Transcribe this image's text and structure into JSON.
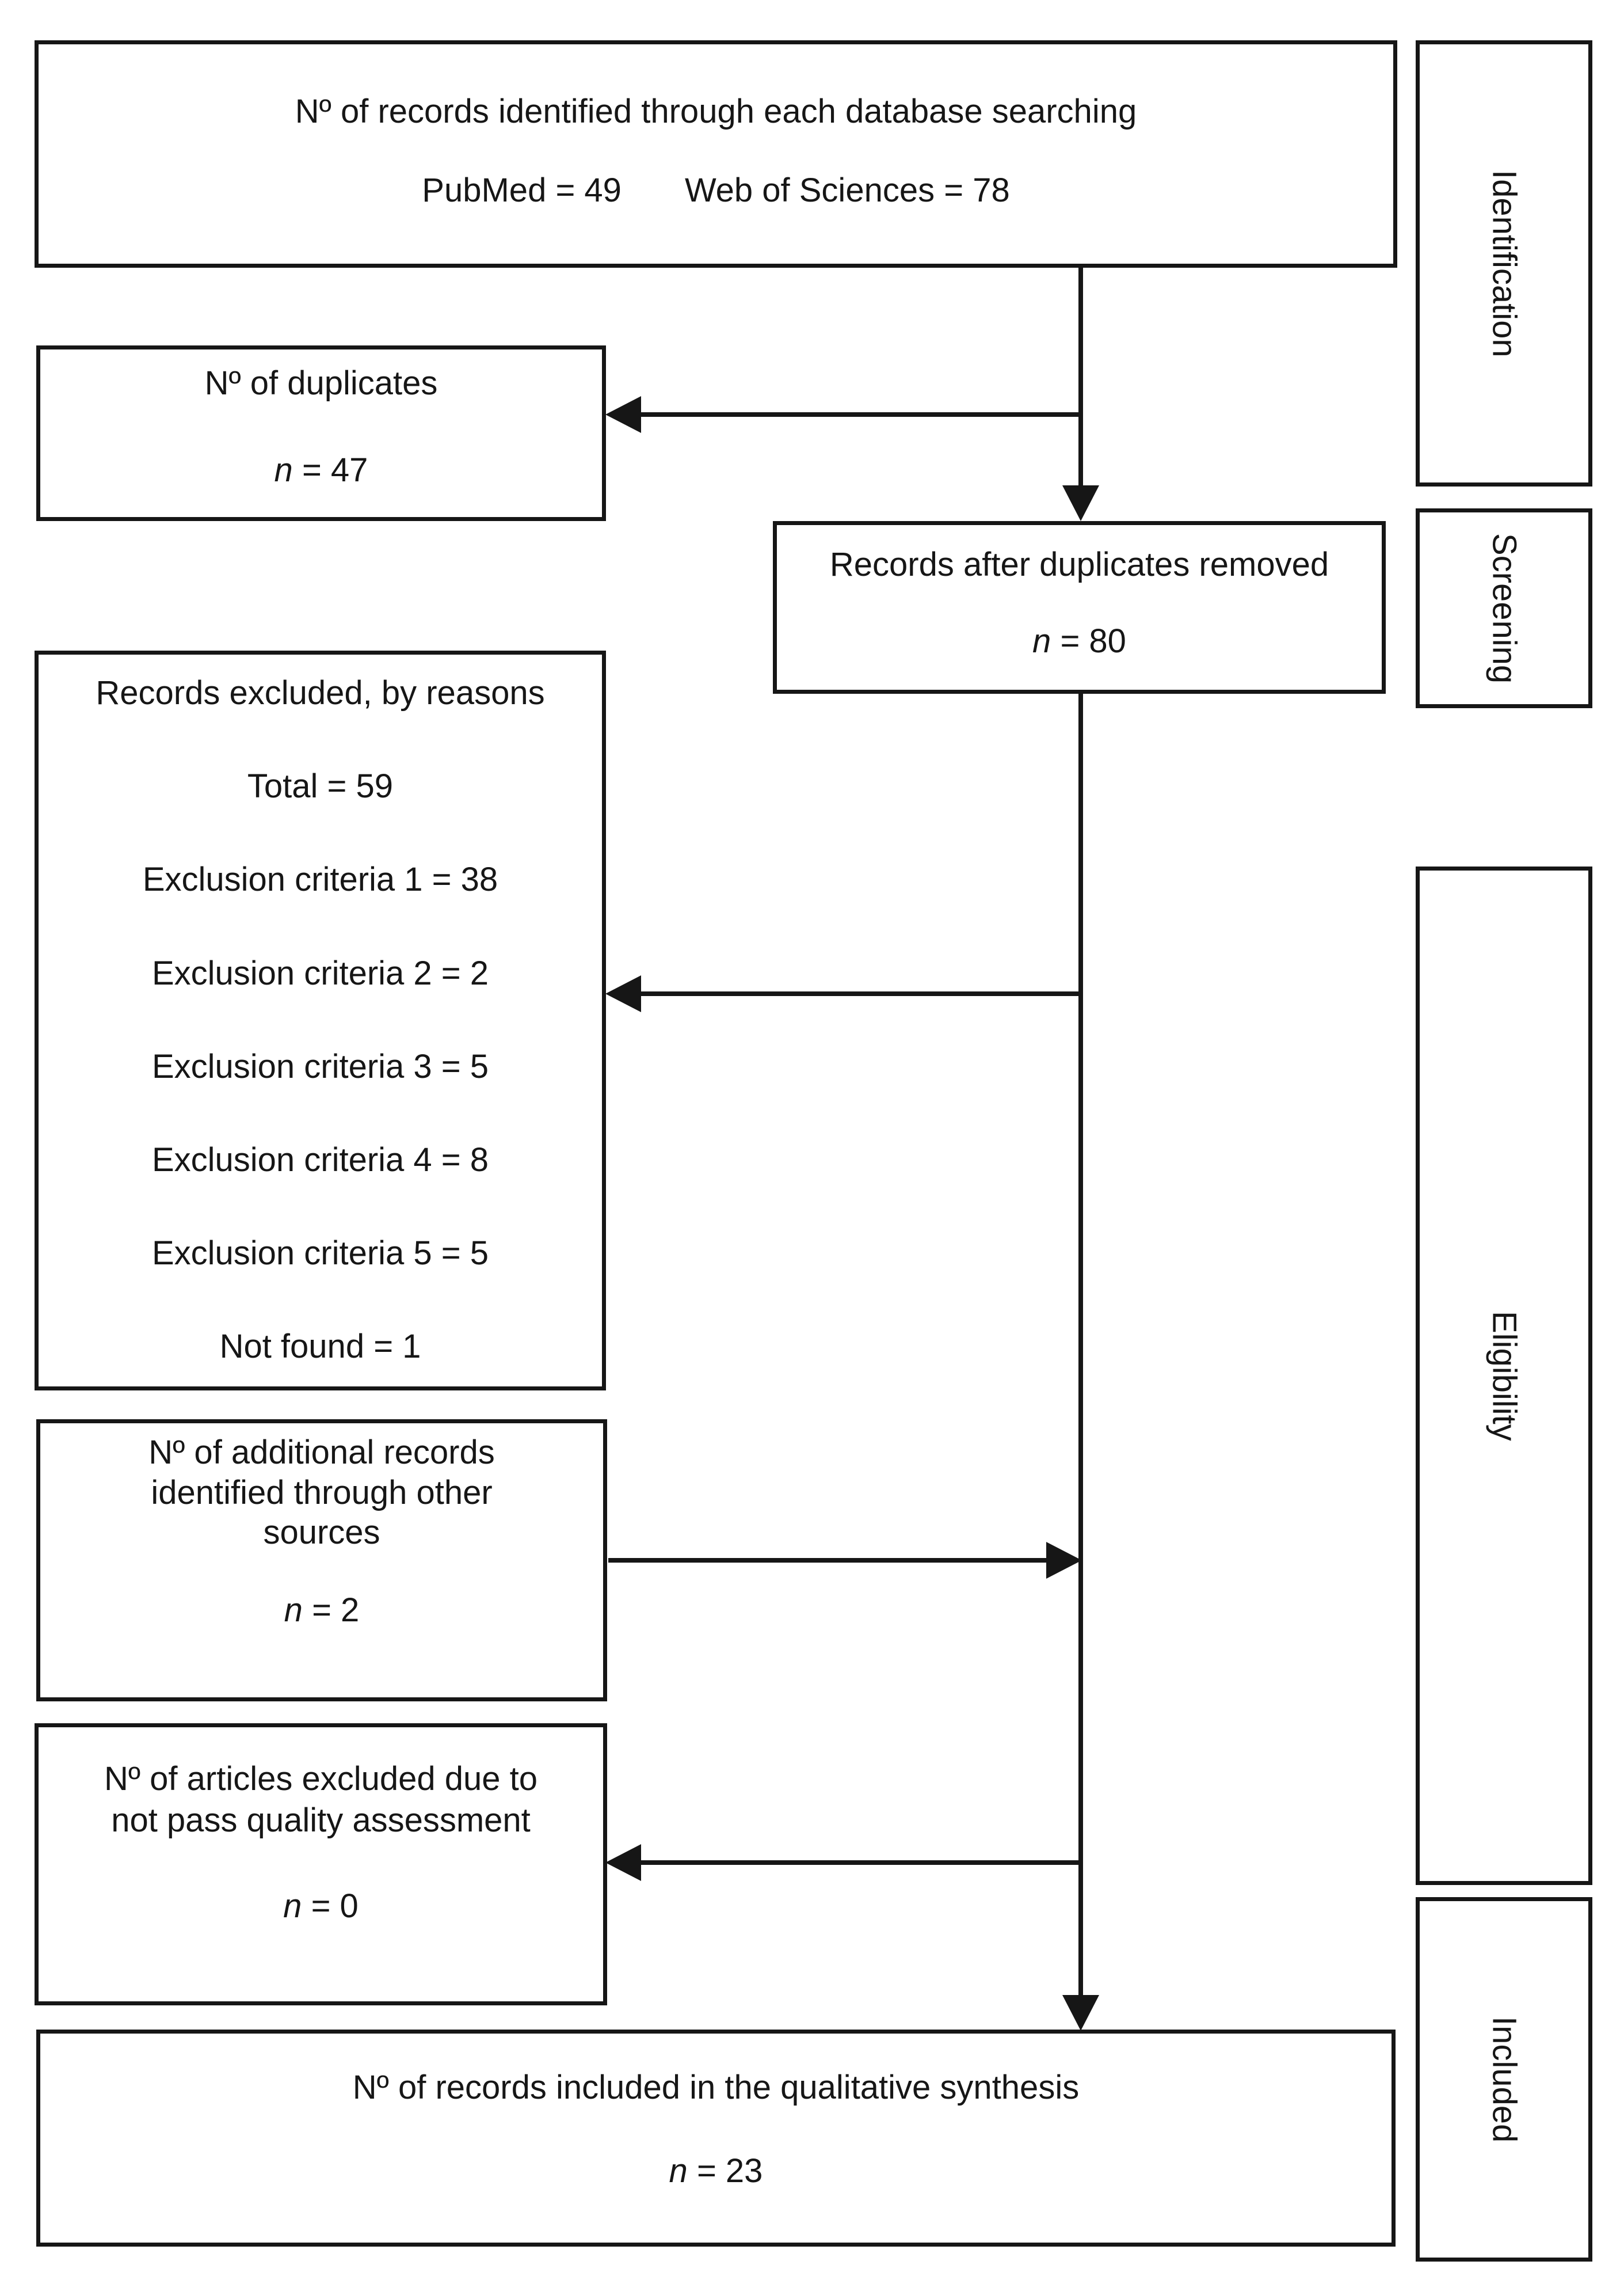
{
  "colors": {
    "ink": "#161616",
    "background": "#ffffff"
  },
  "flow": {
    "identified": {
      "title": "Nº of records identified through each database searching",
      "pubmed": "PubMed = 49",
      "wos": "Web of Sciences = 78"
    },
    "duplicates": {
      "title": "Nº of duplicates",
      "n": "n",
      "value": "= 47"
    },
    "after_duplicates": {
      "title": "Records after duplicates removed",
      "n": "n",
      "value": "= 80"
    },
    "excluded": {
      "title": "Records excluded, by reasons",
      "lines": [
        "Total = 59",
        "Exclusion criteria 1 = 38",
        "Exclusion criteria 2 = 2",
        "Exclusion criteria 3 = 5",
        "Exclusion criteria 4 = 8",
        "Exclusion criteria 5 = 5",
        "Not found = 1"
      ]
    },
    "additional": {
      "line1": "Nº of additional records",
      "line2": "identified through other",
      "line3": "sources",
      "n": "n",
      "value": "= 2"
    },
    "quality": {
      "line1": "Nº of articles excluded due to",
      "line2": "not pass quality assessment",
      "n": "n",
      "value": "= 0"
    },
    "included_box": {
      "title": "Nº of records included in the qualitative synthesis",
      "n": "n",
      "value": "= 23"
    }
  },
  "stages": [
    "Identification",
    "Screening",
    "Eligibility",
    "Included"
  ]
}
